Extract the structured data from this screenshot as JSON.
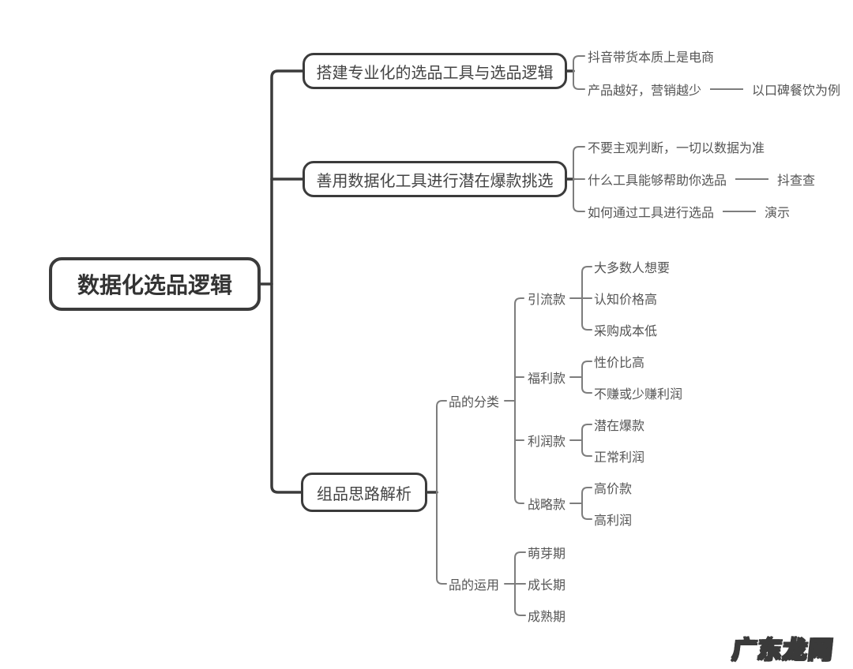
{
  "colors": {
    "node_border": "#3b3b3b",
    "main_line": "#3b3b3b",
    "sub_line": "#7d7d7d",
    "node_text": "#444444",
    "leaf_text": "#555555",
    "background": "#ffffff"
  },
  "watermark": "广东龙网",
  "root": {
    "label": "数据化选品逻辑"
  },
  "branches": [
    {
      "label": "搭建专业化的选品工具与选品逻辑",
      "children": [
        {
          "label": "抖音带货本质上是电商"
        },
        {
          "label": "产品越好，营销越少",
          "child": "以口碑餐饮为例"
        }
      ]
    },
    {
      "label": "善用数据化工具进行潜在爆款挑选",
      "children": [
        {
          "label": "不要主观判断，一切以数据为准"
        },
        {
          "label": "什么工具能够帮助你选品",
          "child": "抖查查"
        },
        {
          "label": "如何通过工具进行选品",
          "child": "演示"
        }
      ]
    },
    {
      "label": "组品思路解析",
      "children": [
        {
          "label": "品的分类",
          "children": [
            {
              "label": "引流款",
              "children": [
                "大多数人想要",
                "认知价格高",
                "采购成本低"
              ]
            },
            {
              "label": "福利款",
              "children": [
                "性价比高",
                "不赚或少赚利润"
              ]
            },
            {
              "label": "利润款",
              "children": [
                "潜在爆款",
                "正常利润"
              ]
            },
            {
              "label": "战略款",
              "children": [
                "高价款",
                "高利润"
              ]
            }
          ]
        },
        {
          "label": "品的运用",
          "children": [
            "萌芽期",
            "成长期",
            "成熟期"
          ]
        }
      ]
    }
  ]
}
